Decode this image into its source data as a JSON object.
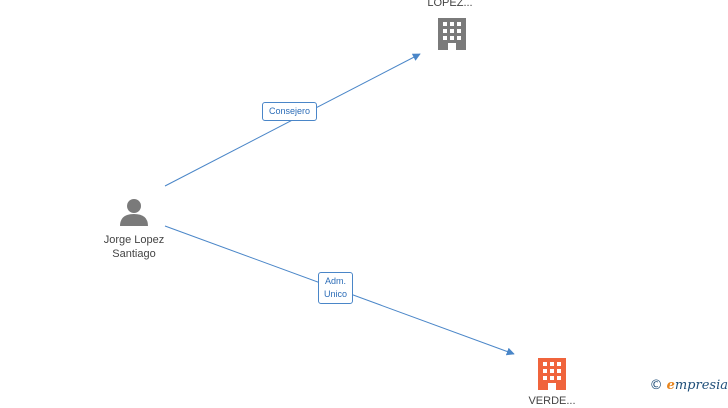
{
  "colors": {
    "edge": "#4a86c8",
    "company_gray": "#7a7a7a",
    "company_orange": "#f0643c",
    "person": "#7a7a7a"
  },
  "nodes": {
    "person": {
      "label": "Jorge Lopez Santiago",
      "icon": "person-icon"
    },
    "company_top": {
      "label": "LOPEZ...",
      "icon": "building-icon"
    },
    "company_bottom": {
      "label": "VERDE...",
      "icon": "building-icon"
    }
  },
  "edges": {
    "top": {
      "label": "Consejero"
    },
    "bottom": {
      "label": "Adm.\nUnico"
    }
  },
  "brand": {
    "copyright": "©",
    "name_initial": "e",
    "name_rest": "mpresia"
  }
}
